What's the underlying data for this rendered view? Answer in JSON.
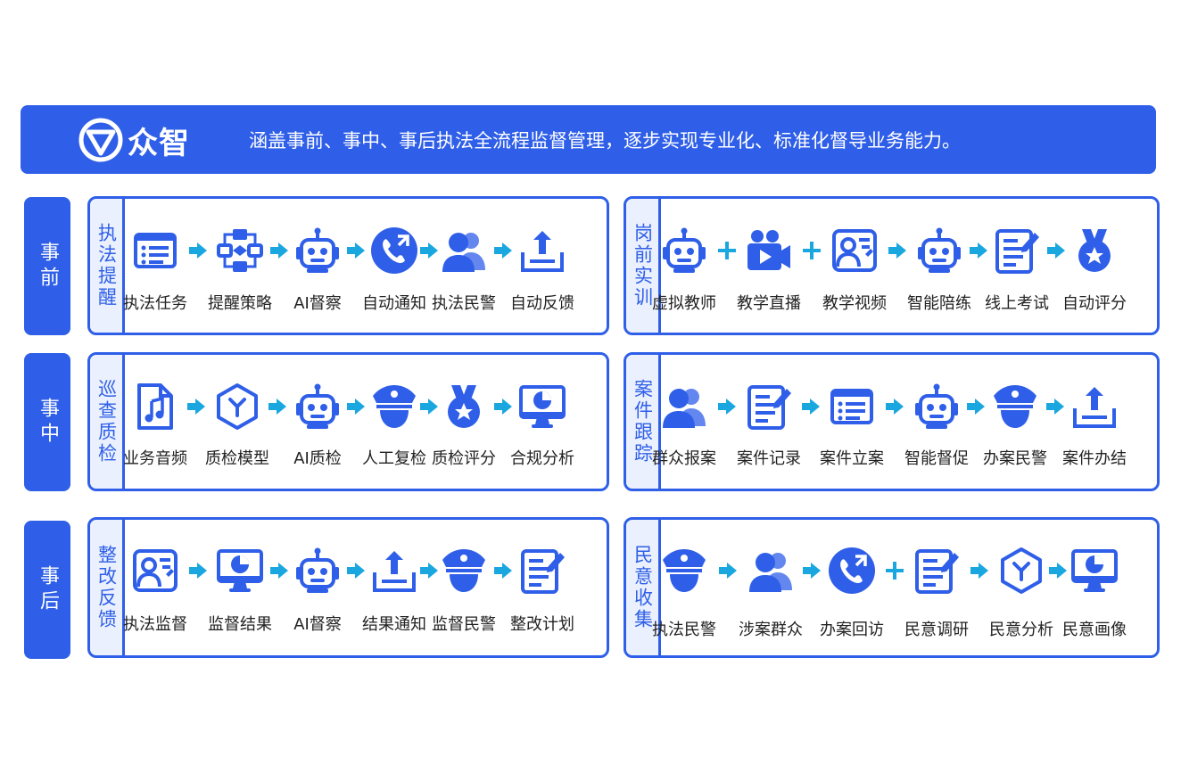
{
  "brand": {
    "name": "众智",
    "slogan": "涵盖事前、事中、事后执法全流程监督管理，逐步实现专业化、标准化督导业务能力。"
  },
  "colors": {
    "primary": "#2f5fe8",
    "accent": "#1aa7e0",
    "panel_bg": "#eaf0fd"
  },
  "phases": [
    {
      "label": "事前"
    },
    {
      "label": "事中"
    },
    {
      "label": "事后"
    }
  ],
  "panels": [
    {
      "title": "执法提醒",
      "items": [
        {
          "label": "执法任务",
          "icon": "list-card-icon"
        },
        {
          "label": "提醒策略",
          "icon": "flowchart-icon"
        },
        {
          "label": "AI督察",
          "icon": "robot-icon"
        },
        {
          "label": "自动通知",
          "icon": "phone-icon"
        },
        {
          "label": "执法民警",
          "icon": "people-icon"
        },
        {
          "label": "自动反馈",
          "icon": "upload-tray-icon"
        }
      ],
      "connectors": [
        "arrow",
        "arrow",
        "arrow",
        "arrow",
        "arrow"
      ]
    },
    {
      "title": "岗前实训",
      "items": [
        {
          "label": "虚拟教师",
          "icon": "robot-icon"
        },
        {
          "label": "教学直播",
          "icon": "video-camera-icon"
        },
        {
          "label": "教学视频",
          "icon": "person-card-icon"
        },
        {
          "label": "智能陪练",
          "icon": "robot-icon"
        },
        {
          "label": "线上考试",
          "icon": "edit-form-icon"
        },
        {
          "label": "自动评分",
          "icon": "medal-icon"
        }
      ],
      "connectors": [
        "plus",
        "plus",
        "arrow",
        "arrow",
        "arrow"
      ]
    },
    {
      "title": "巡查质检",
      "items": [
        {
          "label": "业务音频",
          "icon": "audio-file-icon"
        },
        {
          "label": "质检模型",
          "icon": "hexagon-icon"
        },
        {
          "label": "AI质检",
          "icon": "robot-icon"
        },
        {
          "label": "人工复检",
          "icon": "police-icon"
        },
        {
          "label": "质检评分",
          "icon": "medal-icon"
        },
        {
          "label": "合规分析",
          "icon": "monitor-chart-icon"
        }
      ],
      "connectors": [
        "arrow",
        "arrow",
        "arrow",
        "arrow",
        "arrow"
      ]
    },
    {
      "title": "案件跟踪",
      "items": [
        {
          "label": "群众报案",
          "icon": "people-icon"
        },
        {
          "label": "案件记录",
          "icon": "edit-form-icon"
        },
        {
          "label": "案件立案",
          "icon": "list-card-icon"
        },
        {
          "label": "智能督促",
          "icon": "robot-icon"
        },
        {
          "label": "办案民警",
          "icon": "police-icon"
        },
        {
          "label": "案件办结",
          "icon": "upload-tray-icon"
        }
      ],
      "connectors": [
        "arrow",
        "arrow",
        "arrow",
        "arrow",
        "arrow"
      ]
    },
    {
      "title": "整改反馈",
      "items": [
        {
          "label": "执法监督",
          "icon": "person-card-icon"
        },
        {
          "label": "监督结果",
          "icon": "monitor-chart-icon"
        },
        {
          "label": "AI督察",
          "icon": "robot-icon"
        },
        {
          "label": "结果通知",
          "icon": "upload-tray-icon"
        },
        {
          "label": "监督民警",
          "icon": "police-icon"
        },
        {
          "label": "整改计划",
          "icon": "edit-form-icon"
        }
      ],
      "connectors": [
        "arrow",
        "arrow",
        "arrow",
        "arrow",
        "arrow"
      ]
    },
    {
      "title": "民意收集",
      "items": [
        {
          "label": "执法民警",
          "icon": "police-icon"
        },
        {
          "label": "涉案群众",
          "icon": "people-icon"
        },
        {
          "label": "办案回访",
          "icon": "phone-icon"
        },
        {
          "label": "民意调研",
          "icon": "edit-form-icon"
        },
        {
          "label": "民意分析",
          "icon": "hexagon-icon"
        },
        {
          "label": "民意画像",
          "icon": "monitor-chart-icon"
        }
      ],
      "connectors": [
        "arrow",
        "arrow",
        "plus",
        "arrow",
        "arrow"
      ]
    }
  ]
}
